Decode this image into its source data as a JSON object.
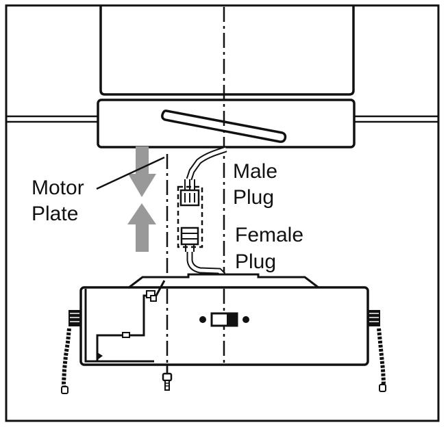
{
  "labels": {
    "motor_plate_line1": "Motor",
    "motor_plate_line2": "Plate",
    "male_plug_line1": "Male",
    "male_plug_line2": "Plug",
    "female_plug_line1": "Female",
    "female_plug_line2": "Plug"
  },
  "colors": {
    "ink": "#111111",
    "arrow": "#999999",
    "background": "#ffffff"
  }
}
